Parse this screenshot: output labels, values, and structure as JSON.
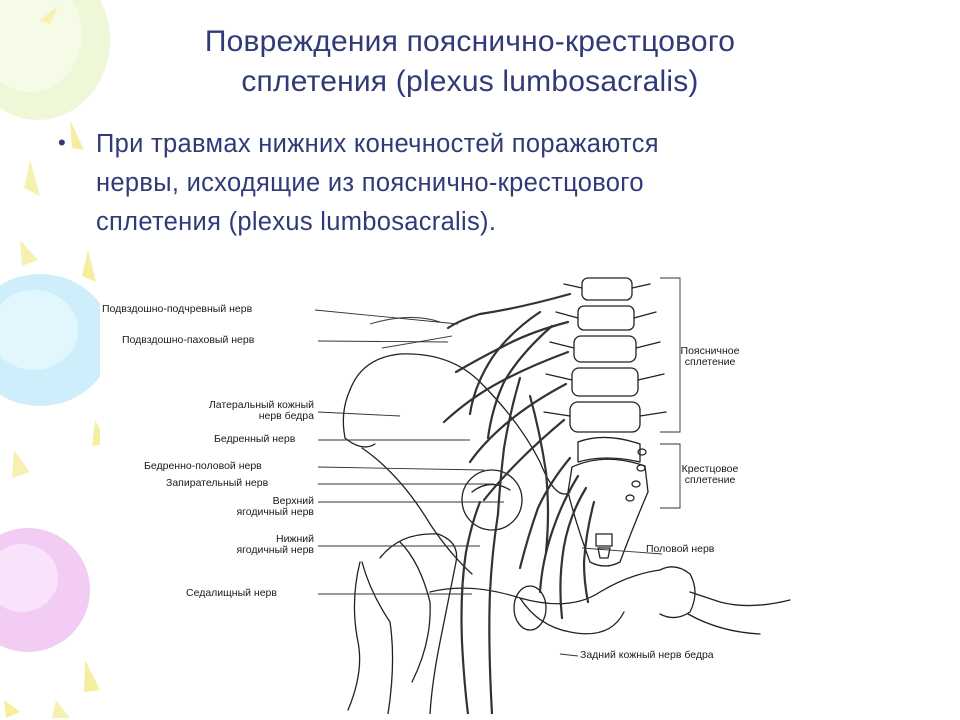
{
  "slide": {
    "title_line1": "Повреждения пояснично-крестцового",
    "title_line2": "сплетения (plexus lumbosacralis)",
    "bullet_line1": "При травмах нижних конечностей поражаются",
    "bullet_line2": "нервы, исходящие из пояснично-крестцового",
    "bullet_line3": "сплетения (plexus lumbosacralis)."
  },
  "figure": {
    "labels_left": {
      "iliohypogastric": "Подвздошно-подчревный нерв",
      "ilioinguinal": "Подвздошно-паховый нерв",
      "lat_cutaneous_1": "Латеральный кожный",
      "lat_cutaneous_2": "нерв бедра",
      "femoral": "Бедренный нерв",
      "genitofemoral": "Бедренно-половой нерв",
      "obturator": "Запирательный нерв",
      "sup_gluteal_1": "Верхний",
      "sup_gluteal_2": "ягодичный нерв",
      "inf_gluteal_1": "Нижний",
      "inf_gluteal_2": "ягодичный нерв",
      "sciatic": "Седалищный нерв"
    },
    "labels_right": {
      "lumbar_plexus_1": "Поясничное",
      "lumbar_plexus_2": "сплетение",
      "sacral_plexus_1": "Крестцовое",
      "sacral_plexus_2": "сплетение",
      "pudendal": "Половой нерв",
      "post_cutaneous": "Задний кожный нерв бедра"
    }
  },
  "colors": {
    "text": "#2f3a77",
    "balloon_blue": "#bfe6f5",
    "balloon_green": "#e5f4c6",
    "balloon_purple": "#efc2f0",
    "streamer_yellow": "#f2ec9a"
  }
}
